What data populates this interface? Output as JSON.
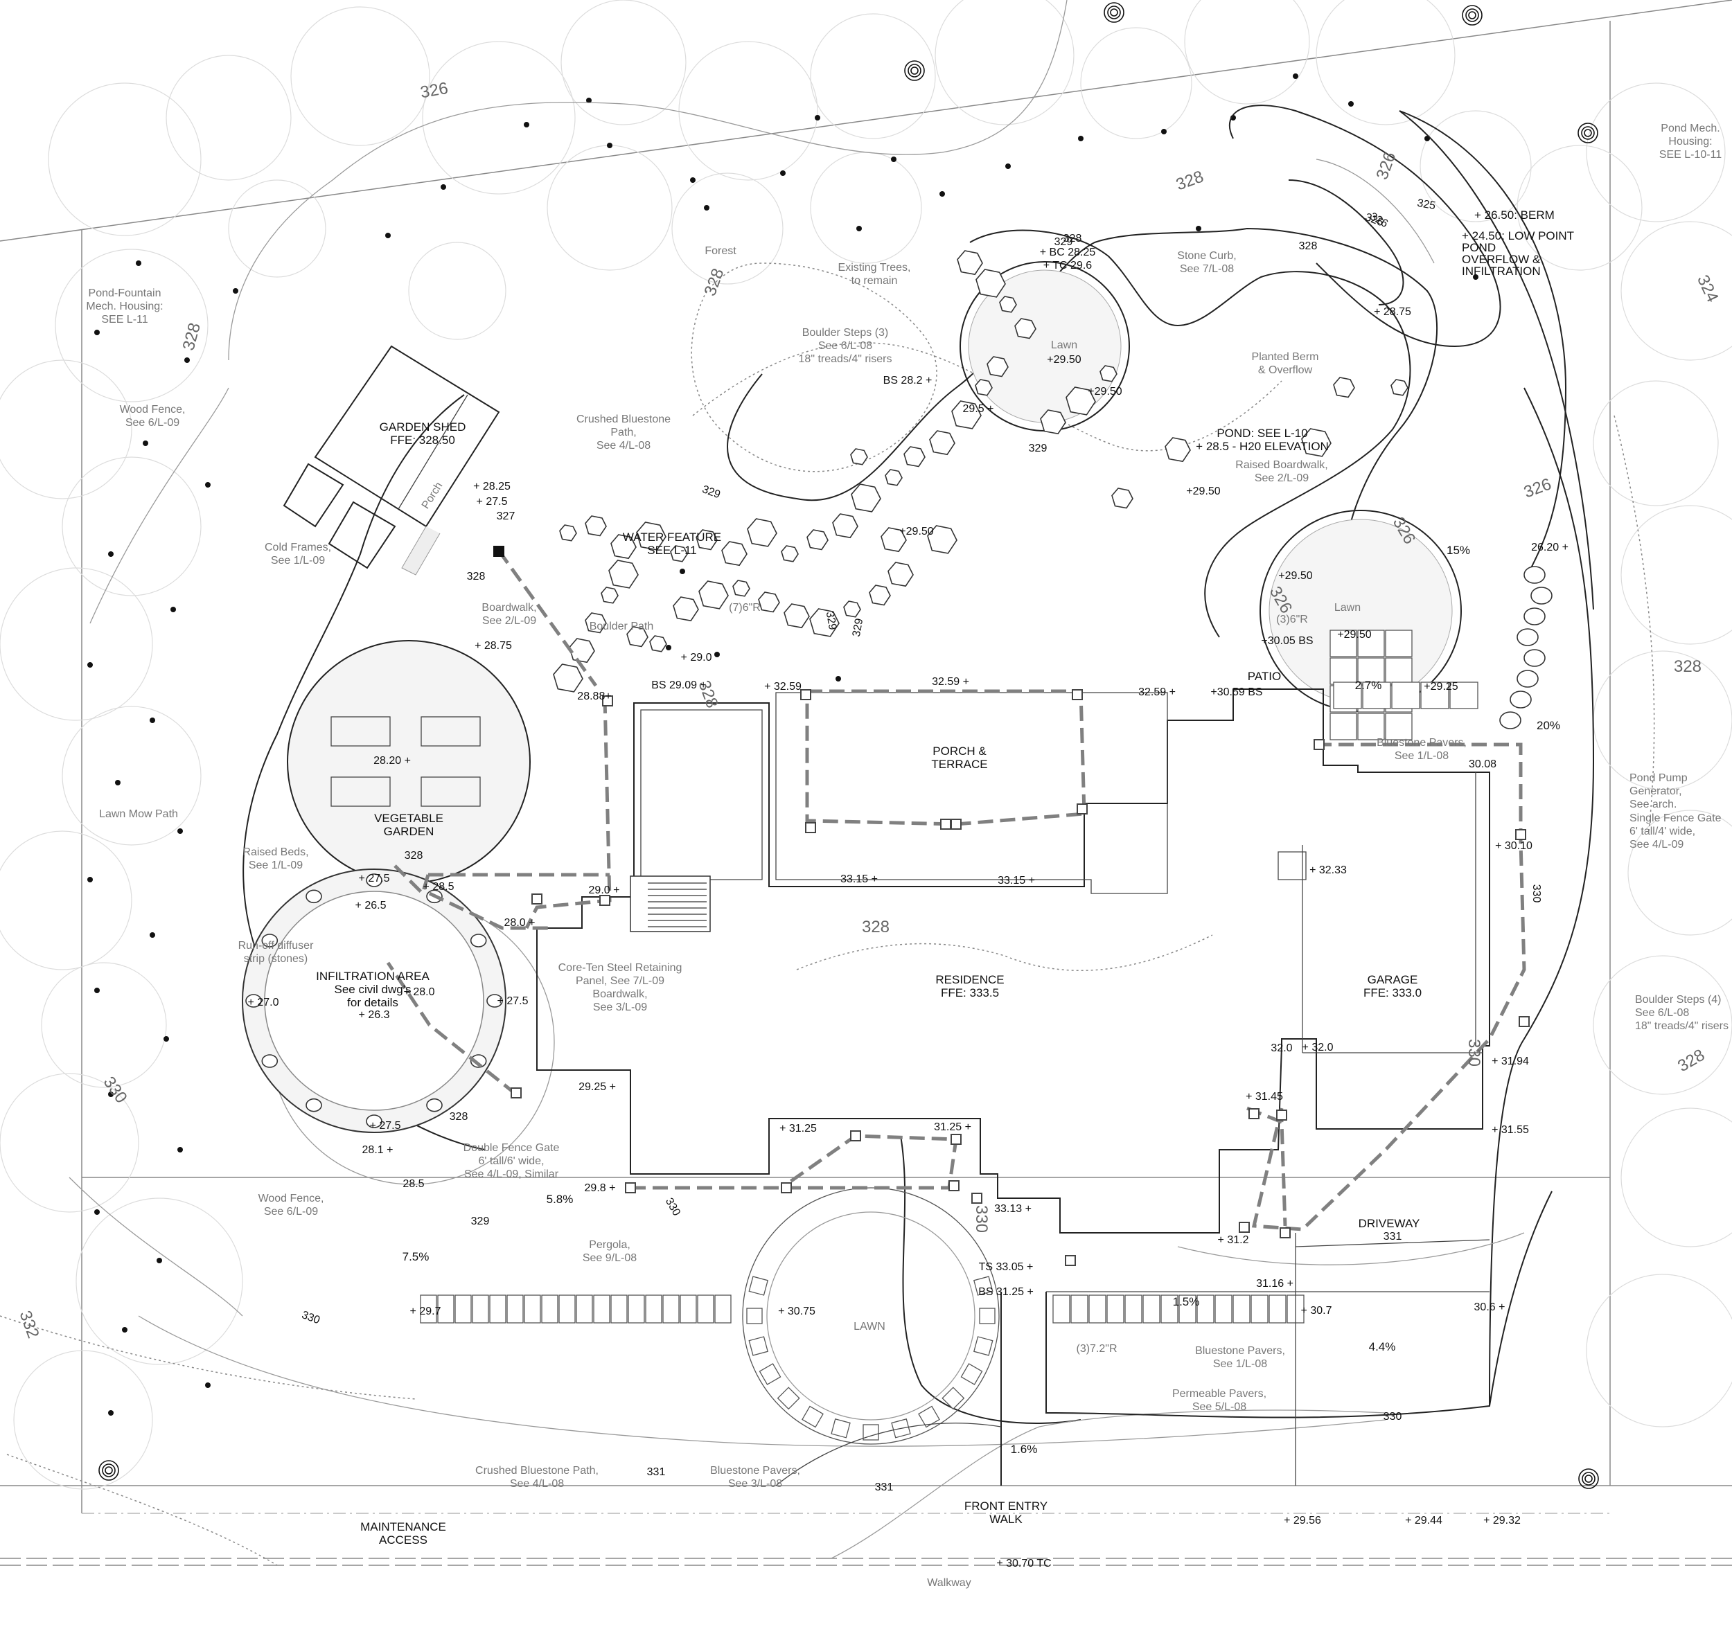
{
  "plan_labels": {
    "pond_fountain": [
      "Pond-Fountain",
      "Mech. Housing:",
      "SEE L-11"
    ],
    "wood_fence_top": [
      "Wood Fence,",
      "See 6/L-09"
    ],
    "garden_shed": [
      "GARDEN SHED",
      "FFE: 328.50"
    ],
    "porch": "Porch",
    "cold_frames": [
      "Cold Frames,",
      "See 1/L-09"
    ],
    "forest": "Forest",
    "existing_trees": [
      "Existing Trees,",
      "to remain"
    ],
    "boulder_steps_top": [
      "Boulder Steps (3)",
      "See 6/L-08",
      "18\" treads/4\" risers"
    ],
    "crushed_bluestone_top": [
      "Crushed Bluestone",
      "Path,",
      "See 4/L-08"
    ],
    "water_feature": [
      "WATER FEATURE",
      "SEE L-11"
    ],
    "boardwalk_left": [
      "Boardwalk,",
      "See 2/L-09"
    ],
    "boulder_path": "Boulder Path",
    "radius_6r": "(7)6\"R",
    "lawn_top": "Lawn",
    "stone_curb": [
      "Stone Curb,",
      "See 7/L-08"
    ],
    "planted_berm": [
      "Planted Berm",
      "& Overflow"
    ],
    "pond": [
      "POND: SEE L-10",
      "+ 28.5 - H20 ELEVATION"
    ],
    "raised_boardwalk": [
      "Raised Boardwalk,",
      "See 2/L-09"
    ],
    "berm": "+ 26.50: BERM",
    "low_point": [
      "+ 24.50: LOW POINT",
      "POND",
      "OVERFLOW &",
      "INFILTRATION"
    ],
    "pond_mech": [
      "Pond Mech.",
      "Housing:",
      "SEE L-10-11"
    ],
    "lawn_right": "Lawn",
    "radius_5r": "(3)6\"R",
    "patio": "PATIO",
    "bluestone_pavers_right": [
      "Bluestone Pavers,",
      "See 1/L-08"
    ],
    "pond_pump": [
      "Pond Pump",
      "Generator,",
      "See arch."
    ],
    "single_gate": [
      "Single Fence Gate",
      "6' tall/4' wide,",
      "See 4/L-09"
    ],
    "boulder_steps_right": [
      "Boulder Steps (4)",
      "See 6/L-08",
      "18\" treads/4\" risers"
    ],
    "porch_terrace": [
      "PORCH &",
      "TERRACE"
    ],
    "residence": [
      "RESIDENCE",
      "FFE: 333.5"
    ],
    "garage": [
      "GARAGE",
      "FFE: 333.0"
    ],
    "core_ten": [
      "Core-Ten Steel Retaining",
      "Panel, See 7/L-09",
      "Boardwalk,",
      "See 3/L-09"
    ],
    "vegetable_garden": [
      "VEGETABLE",
      "GARDEN"
    ],
    "raised_beds": [
      "Raised Beds,",
      "See 1/L-09"
    ],
    "lawn_mow": "Lawn Mow Path",
    "runoff": [
      "Run-off diffuser",
      "strip (stones)"
    ],
    "infiltration": [
      "INFILTRATION AREA",
      "See civil dwg's",
      "for details"
    ],
    "double_gate": [
      "Double Fence Gate",
      "6' tall/6' wide,",
      "See 4/L-09, Similar"
    ],
    "wood_fence_bottom": [
      "Wood Fence,",
      "See 6/L-09"
    ],
    "pergola": [
      "Pergola,",
      "See 9/L-08"
    ],
    "lawn_bottom": "LAWN",
    "driveway": "DRIVEWAY",
    "radius_72r": "(3)7.2\"R",
    "bluestone_pavers_drive": [
      "Bluestone Pavers,",
      "See 1/L-08"
    ],
    "permeable_pavers": [
      "Permeable Pavers,",
      "See 5/L-08"
    ],
    "crushed_bluestone_bottom": [
      "Crushed Bluestone Path,",
      "See 4/L-08"
    ],
    "bluestone_pavers_bottom": [
      "Bluestone Pavers,",
      "See 3/L-08"
    ],
    "maintenance": [
      "MAINTENANCE",
      "ACCESS"
    ],
    "front_entry": [
      "FRONT ENTRY",
      "WALK"
    ],
    "walkway": "Walkway",
    "tc_3070": "+ 30.70 TC"
  },
  "spot_elevations": {
    "bc_tc": [
      "+ BC 28.25",
      "+ TC 29.6"
    ],
    "e328_top": "328",
    "e328_2": "328",
    "bs_282": "BS 28.2 +",
    "lawn_2950": "+29.50",
    "e2950_a": "+29.50",
    "e295": "29.5 +",
    "e2950_b": "+29.50",
    "e2950_c": "+29.50",
    "e2875": "+ 28.75",
    "e2825": "+ 28.25",
    "e275": "+ 27.5",
    "e328_shed": "328",
    "e2875_b": "+ 28.75",
    "e290": "+ 29.0",
    "bs_2909": "BS 29.09 +",
    "e2888": "28.88+",
    "e3259_a": "+ 32.59",
    "e3259_b": "32.59 +",
    "e3259_c": "32.59 +",
    "e3059bs": "+30.59 BS",
    "e3005bs": "+30.05 BS",
    "e2950_d": "+29.50",
    "e2950_e": "+29.50",
    "e2925": "+29.25",
    "e2950_f": "+29.50",
    "e2620": "26.20 +",
    "e2820": "28.20 +",
    "e328_veg": "328",
    "e3315_a": "33.15 +",
    "e3315_b": "33.15 +",
    "e3008": "30.08",
    "e3010": "+ 30.10",
    "e3233": "+ 32.33",
    "e275_a": "+ 27.5",
    "e285": "+ 28.5",
    "e290_b": "29.0 +",
    "e265": "+ 26.5",
    "e280": "28.0 +",
    "e280_b": "+ 28.0",
    "e275_b": "+ 27.5",
    "e270": "+ 27.0",
    "e263": "+ 26.3",
    "e275_c": "+ 27.5",
    "e328_inf": "328",
    "e2925_b": "29.25 +",
    "e3125_a": "+ 31.25",
    "e3125_b": "31.25 +",
    "e320": "+ 32.0",
    "e320_b": "32.0",
    "e3145": "+ 31.45",
    "e3194": "+ 31.94",
    "e3155": "+ 31.55",
    "e281": "28.1 +",
    "e285_b": "28.5",
    "e298": "29.8 +",
    "e3313": "33.13 +",
    "e312": "+ 31.2",
    "ts3305": "TS 33.05 +",
    "bs3125": "BS 31.25 +",
    "e297": "+ 29.7",
    "e3075": "+ 30.75",
    "e3116": "31.16 +",
    "e307": "+ 30.7",
    "e306": "30.6 +",
    "e2956": "+ 29.56",
    "e2944": "+ 29.44",
    "e2932": "+ 29.32"
  },
  "contour_labels": {
    "c326_top": "326",
    "c328_left": "328",
    "c328_forest": "328",
    "c328_b": "328",
    "c326_pond": "326",
    "c326_a": "326",
    "c326_b": "326",
    "c325": "325",
    "c324": "324",
    "c326_right": "326",
    "c326_c": "326",
    "c326_lawn": "326",
    "c329_a": "329",
    "c329_b": "329",
    "c329_c": "329",
    "c328_right": "328",
    "c328_res": "328",
    "c330_right": "330",
    "c330_b": "330",
    "c330_c": "330",
    "c328_far": "328",
    "c330_left": "330",
    "c332": "332",
    "c330_bot": "330",
    "c329_d": "329",
    "c331_a": "331",
    "c331_b": "331",
    "c331_c": "331",
    "c330_drive": "330",
    "c328_d": "328",
    "c327": "327",
    "c329_e": "329",
    "c329_f": "329",
    "c330_lw": "330"
  },
  "slopes": {
    "s15": "15%",
    "s27": "2.7%",
    "s20": "20%",
    "s58": "5.8%",
    "s75": "7.5%",
    "s15b": "1.5%",
    "s44": "4.4%",
    "s16": "1.6%"
  },
  "colors": {
    "line": "#222222",
    "contour": "#9a9a9a",
    "dashed_path": "#808080",
    "label": "#777777"
  }
}
